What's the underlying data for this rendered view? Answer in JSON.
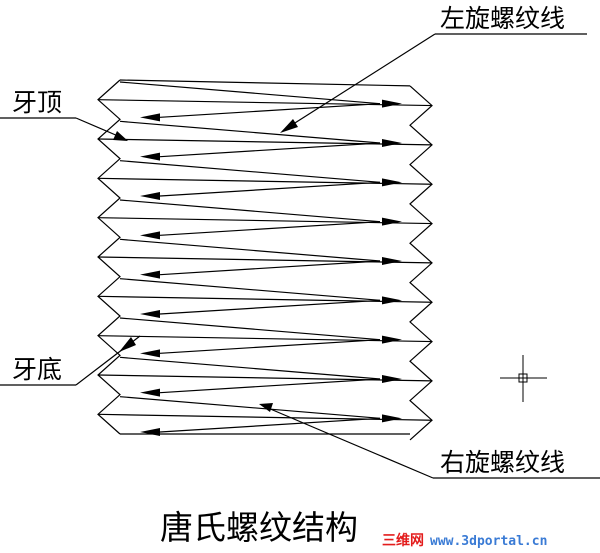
{
  "diagram": {
    "labels": {
      "left_helix": "左旋螺纹线",
      "crest": "牙顶",
      "root": "牙底",
      "right_helix": "右旋螺纹线"
    },
    "title": "唐氏螺纹结构",
    "thread_turns": 9
  },
  "watermark": {
    "site_cn": "三维网",
    "site_url": "www.3dportal.cn"
  },
  "colors": {
    "stroke": "#000000",
    "watermark_red": "#e31c1c",
    "watermark_blue": "#3a7bd5"
  }
}
